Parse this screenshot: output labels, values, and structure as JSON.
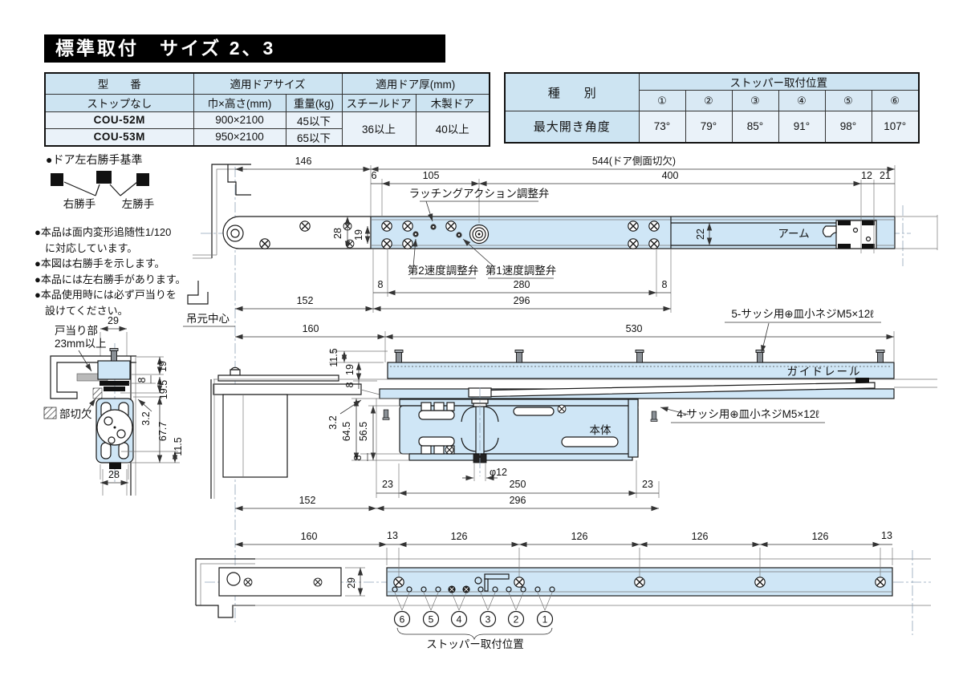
{
  "page": {
    "title": "標準取付　サイズ 2、3"
  },
  "colors": {
    "title_bg": "#000000",
    "table_header_blue": "#cde4f2",
    "table_subheader_blue": "#d9e9f4",
    "table_cell_blue": "#eaf2f9",
    "drawing_blue": "#cfe6f6",
    "line_dark": "#1a1a1a"
  },
  "spec_table": {
    "col_model": "型　　番",
    "col_door_size": "適用ドアサイズ",
    "col_thickness": "適用ドア厚(mm)",
    "sub_stop": "ストップなし",
    "sub_wh": "巾×高さ(mm)",
    "sub_weight": "重量(kg)",
    "sub_steel": "スチールドア",
    "sub_wood": "木製ドア",
    "rows": [
      {
        "model": "COU-52M",
        "size": "900×2100",
        "weight": "45以下"
      },
      {
        "model": "COU-53M",
        "size": "950×2100",
        "weight": "65以下"
      }
    ],
    "steel": "36以上",
    "wood": "40以上"
  },
  "angle_table": {
    "col_kind": "種　　別",
    "header": "ストッパー取付位置",
    "positions": [
      "①",
      "②",
      "③",
      "④",
      "⑤",
      "⑥"
    ],
    "row_label": "最大開き角度",
    "angles": [
      "73°",
      "79°",
      "85°",
      "91°",
      "98°",
      "107°"
    ]
  },
  "notes": {
    "heading": "●ドア左右勝手基準",
    "right_hand": "右勝手",
    "left_hand": "左勝手",
    "lines": [
      "●本品は面内変形追随性1/120",
      "　に対応しています。",
      "●本図は右勝手を示します。",
      "●本品には左右勝手があります。",
      "●本品使用時には必ず戸当りを",
      "　設けてください。"
    ]
  },
  "tp": {
    "d146": "146",
    "d6": "6",
    "d105": "105",
    "d544": "544(ドア側面切欠)",
    "d400": "400",
    "d12": "12",
    "d21": "21",
    "latching": "ラッチングアクション調整弁",
    "speed2": "第2速度調整弁",
    "speed1": "第1速度調整弁",
    "d28": "28",
    "d19": "19",
    "d22": "22",
    "arm": "アーム",
    "d8l": "8",
    "d280": "280",
    "d8r": "8",
    "d152": "152",
    "d296": "296",
    "hinge_center": "吊元中心"
  },
  "md": {
    "d160": "160",
    "d530": "530",
    "screw5": "5-サッシ用⊕皿小ネジM5×12ℓ",
    "screw4": "4-サッシ用⊕皿小ネジM5×12ℓ",
    "rail": "ガイドレール",
    "body": "本体",
    "d115": "11.5",
    "d19": "19",
    "d8a": "8",
    "d32": "3.2",
    "d645": "64.5",
    "d565": "56.5",
    "d8b": "8",
    "dphi": "φ12",
    "d23l": "23",
    "d250": "250",
    "d23r": "23",
    "d152": "152",
    "d296": "296"
  },
  "cs": {
    "part1": "戸当り部",
    "part2": "23mm以上",
    "cutout": "部切欠",
    "d29": "29",
    "d19": "19",
    "d8": "8",
    "d195": "19.5",
    "d32": "3.2",
    "d677": "67.7",
    "d115": "11.5",
    "d28": "28"
  },
  "bt": {
    "d160": "160",
    "d13l": "13",
    "d126": "126",
    "d13r": "13",
    "d29": "29",
    "stoppers": [
      "6",
      "5",
      "4",
      "3",
      "2",
      "1"
    ],
    "label": "ストッパー取付位置"
  }
}
